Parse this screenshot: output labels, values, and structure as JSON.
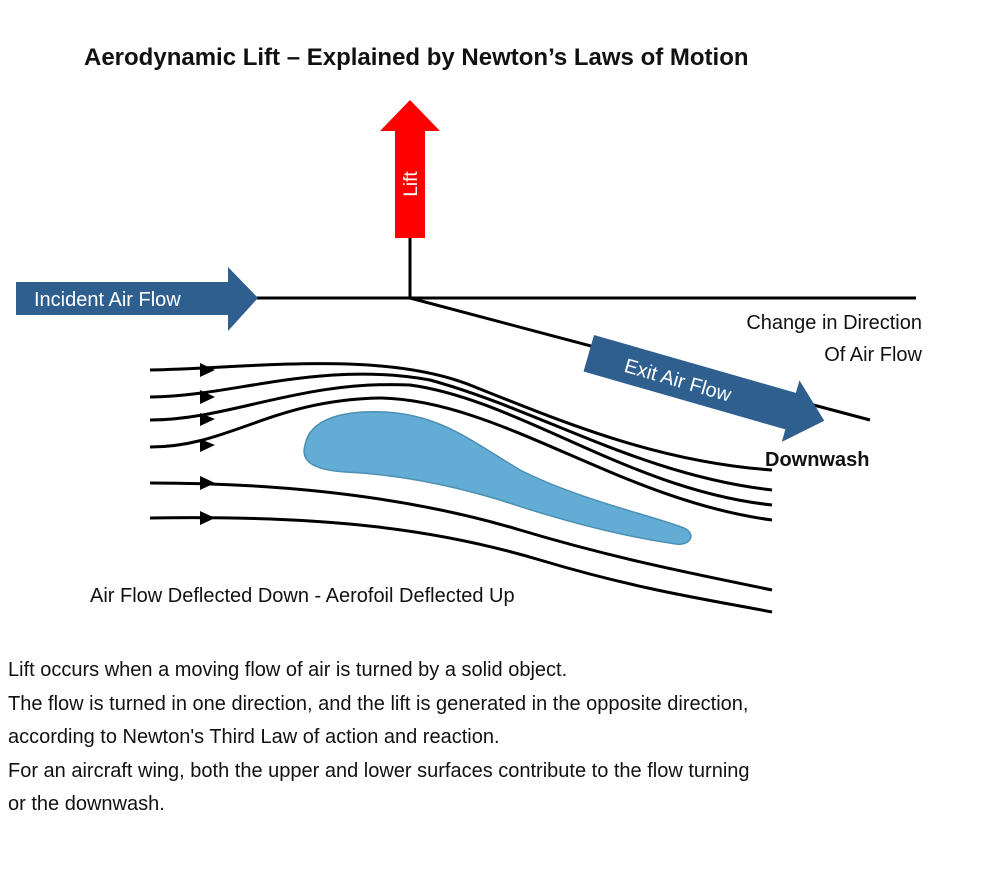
{
  "title": "Aerodynamic Lift – Explained by Newton’s Laws of Motion",
  "labels": {
    "lift": "Lift",
    "incident": "Incident Air Flow",
    "exit": "Exit Air Flow",
    "change_line1": "Change in Direction",
    "change_line2": "Of Air Flow",
    "downwash": "Downwash",
    "caption": "Air Flow Deflected Down - Aerofoil Deflected Up"
  },
  "paragraph": [
    "Lift occurs when a moving flow of air is turned by a solid object.",
    "The flow is turned in one direction, and the lift is generated in the opposite direction,",
    "according to Newton's Third Law of action and reaction.",
    "For an aircraft wing, both the upper and lower surfaces contribute to the flow turning",
    "or the downwash."
  ],
  "colors": {
    "lift": "#ff0000",
    "flow_arrow": "#2e5f8f",
    "aerofoil": "#62acd6"
  }
}
